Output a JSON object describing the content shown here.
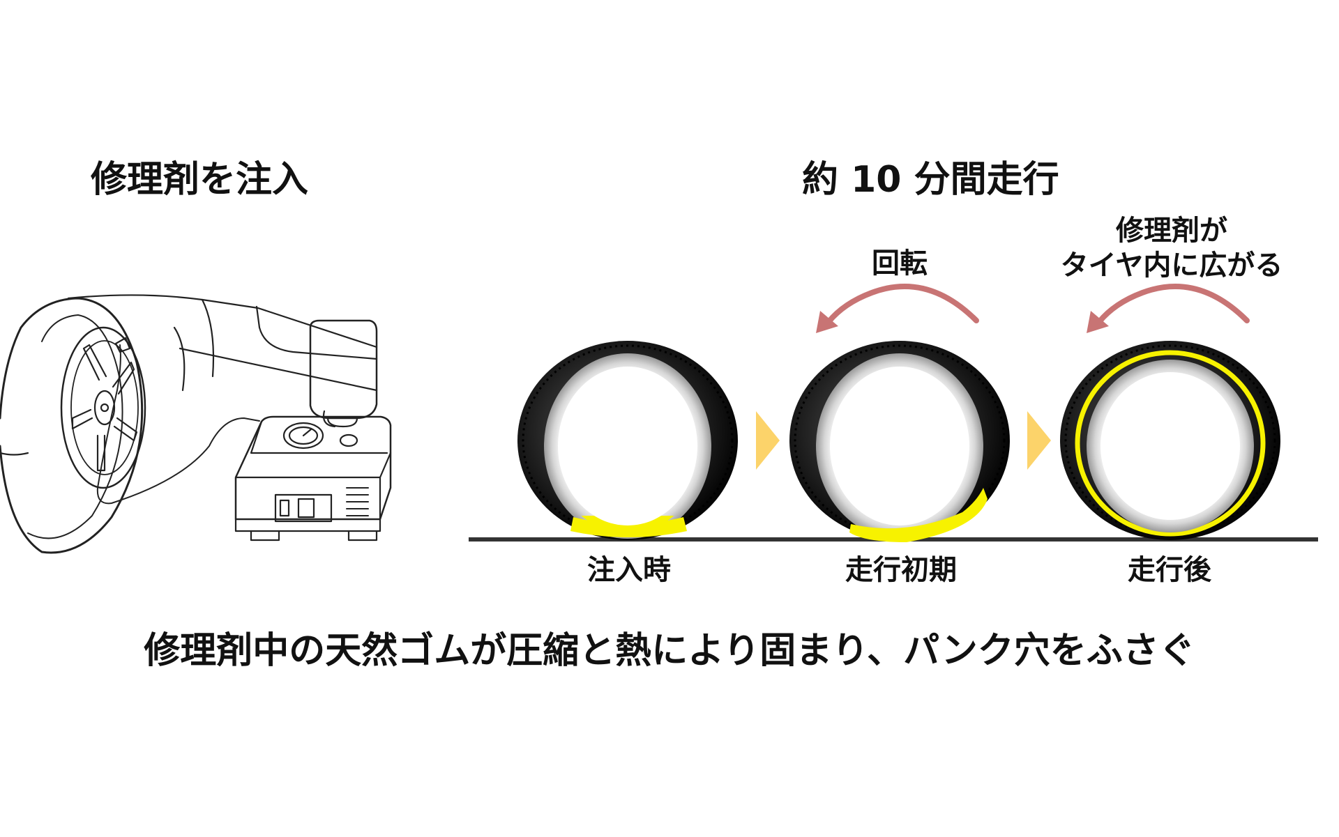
{
  "title_left": "修理剤を注入",
  "title_right": "約 10 分間走行",
  "rotate_label": "回転",
  "spread_label_line1": "修理剤が",
  "spread_label_line2": "タイヤ内に広がる",
  "stages": [
    {
      "label": "注入時"
    },
    {
      "label": "走行初期"
    },
    {
      "label": "走行後"
    }
  ],
  "caption": "修理剤中の天然ゴムが圧縮と熱により固まり、パンク穴をふさぐ",
  "colors": {
    "tire": "#0d0d0d",
    "sealant": "#f7f200",
    "arrow": "#c87474",
    "chevron": "#fcd36a",
    "ground": "#333333",
    "line_art": "#222222"
  },
  "icons": {
    "left_illustration": "car-wheel-with-compressor-icon",
    "rotation_arrow": "curved-arrow-left-icon",
    "step_chevron": "chevron-right-icon"
  }
}
